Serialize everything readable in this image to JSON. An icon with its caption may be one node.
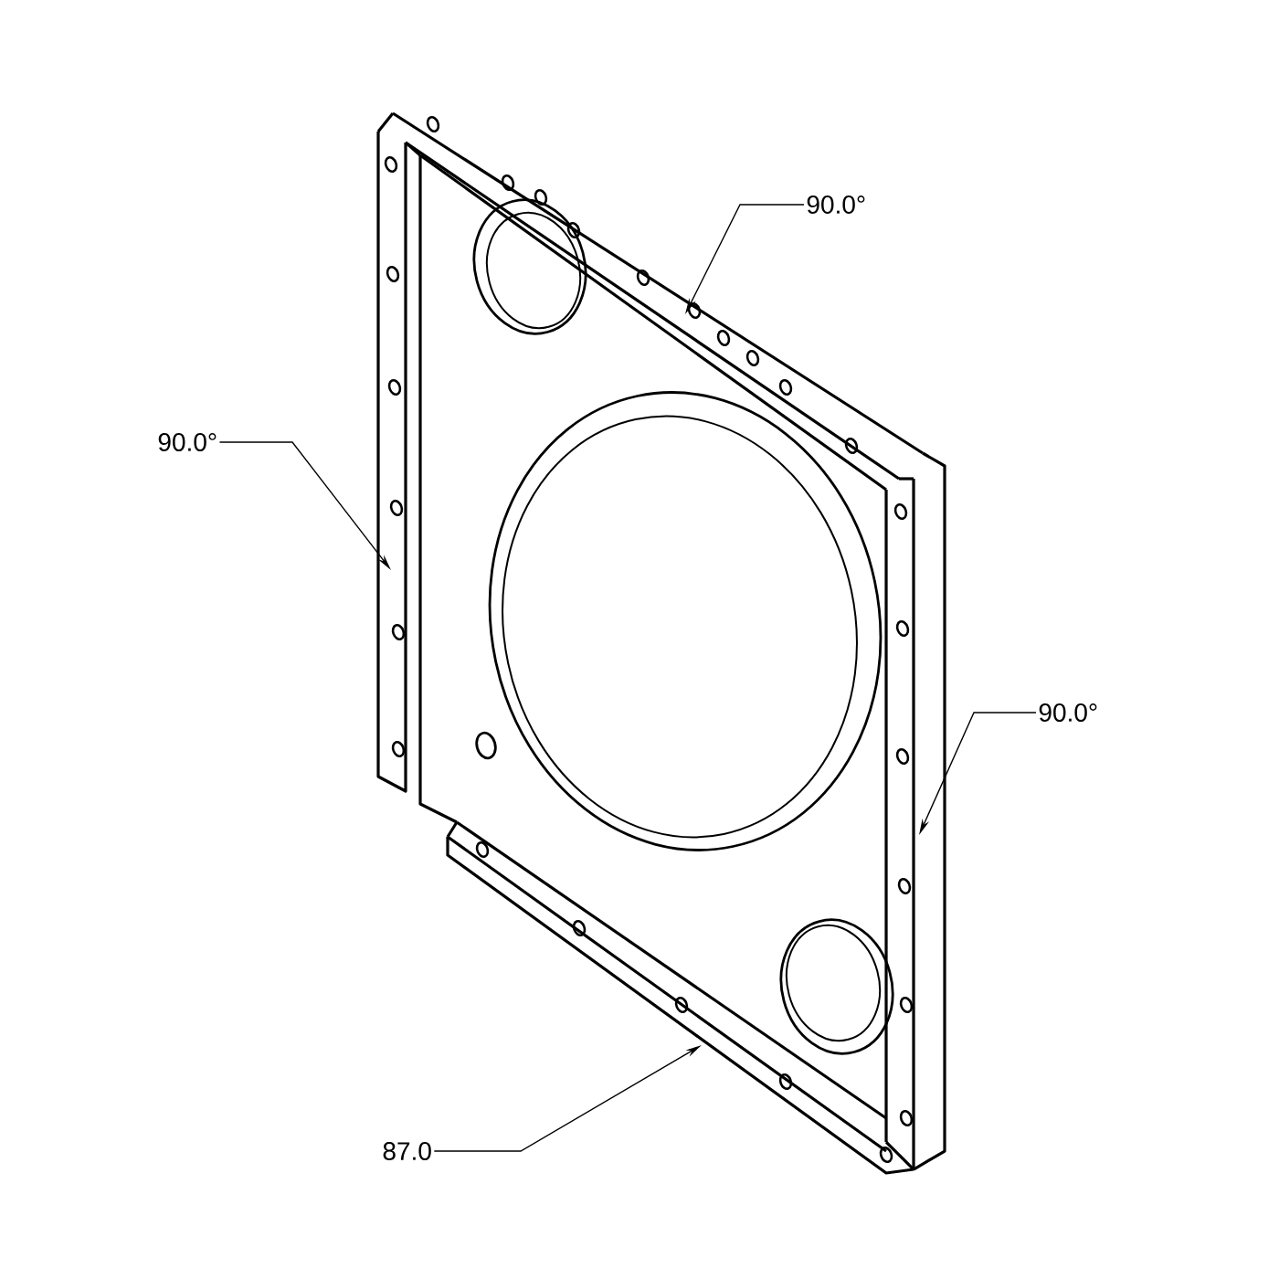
{
  "diagram": {
    "nodes": [
      {
        "text": [
          "90.0°"
        ]
      },
      {
        "text": [
          "90.0°"
        ]
      },
      {
        "text": [
          "90.0°"
        ]
      },
      {
        "text": [
          "87.0"
        ]
      }
    ],
    "edges": [
      {
        "from": 0,
        "to": null,
        "arrow": "to"
      },
      {
        "from": 1,
        "to": null,
        "arrow": "to"
      },
      {
        "from": 2,
        "to": null,
        "arrow": "to"
      },
      {
        "from": 3,
        "to": null,
        "arrow": "to"
      }
    ]
  }
}
